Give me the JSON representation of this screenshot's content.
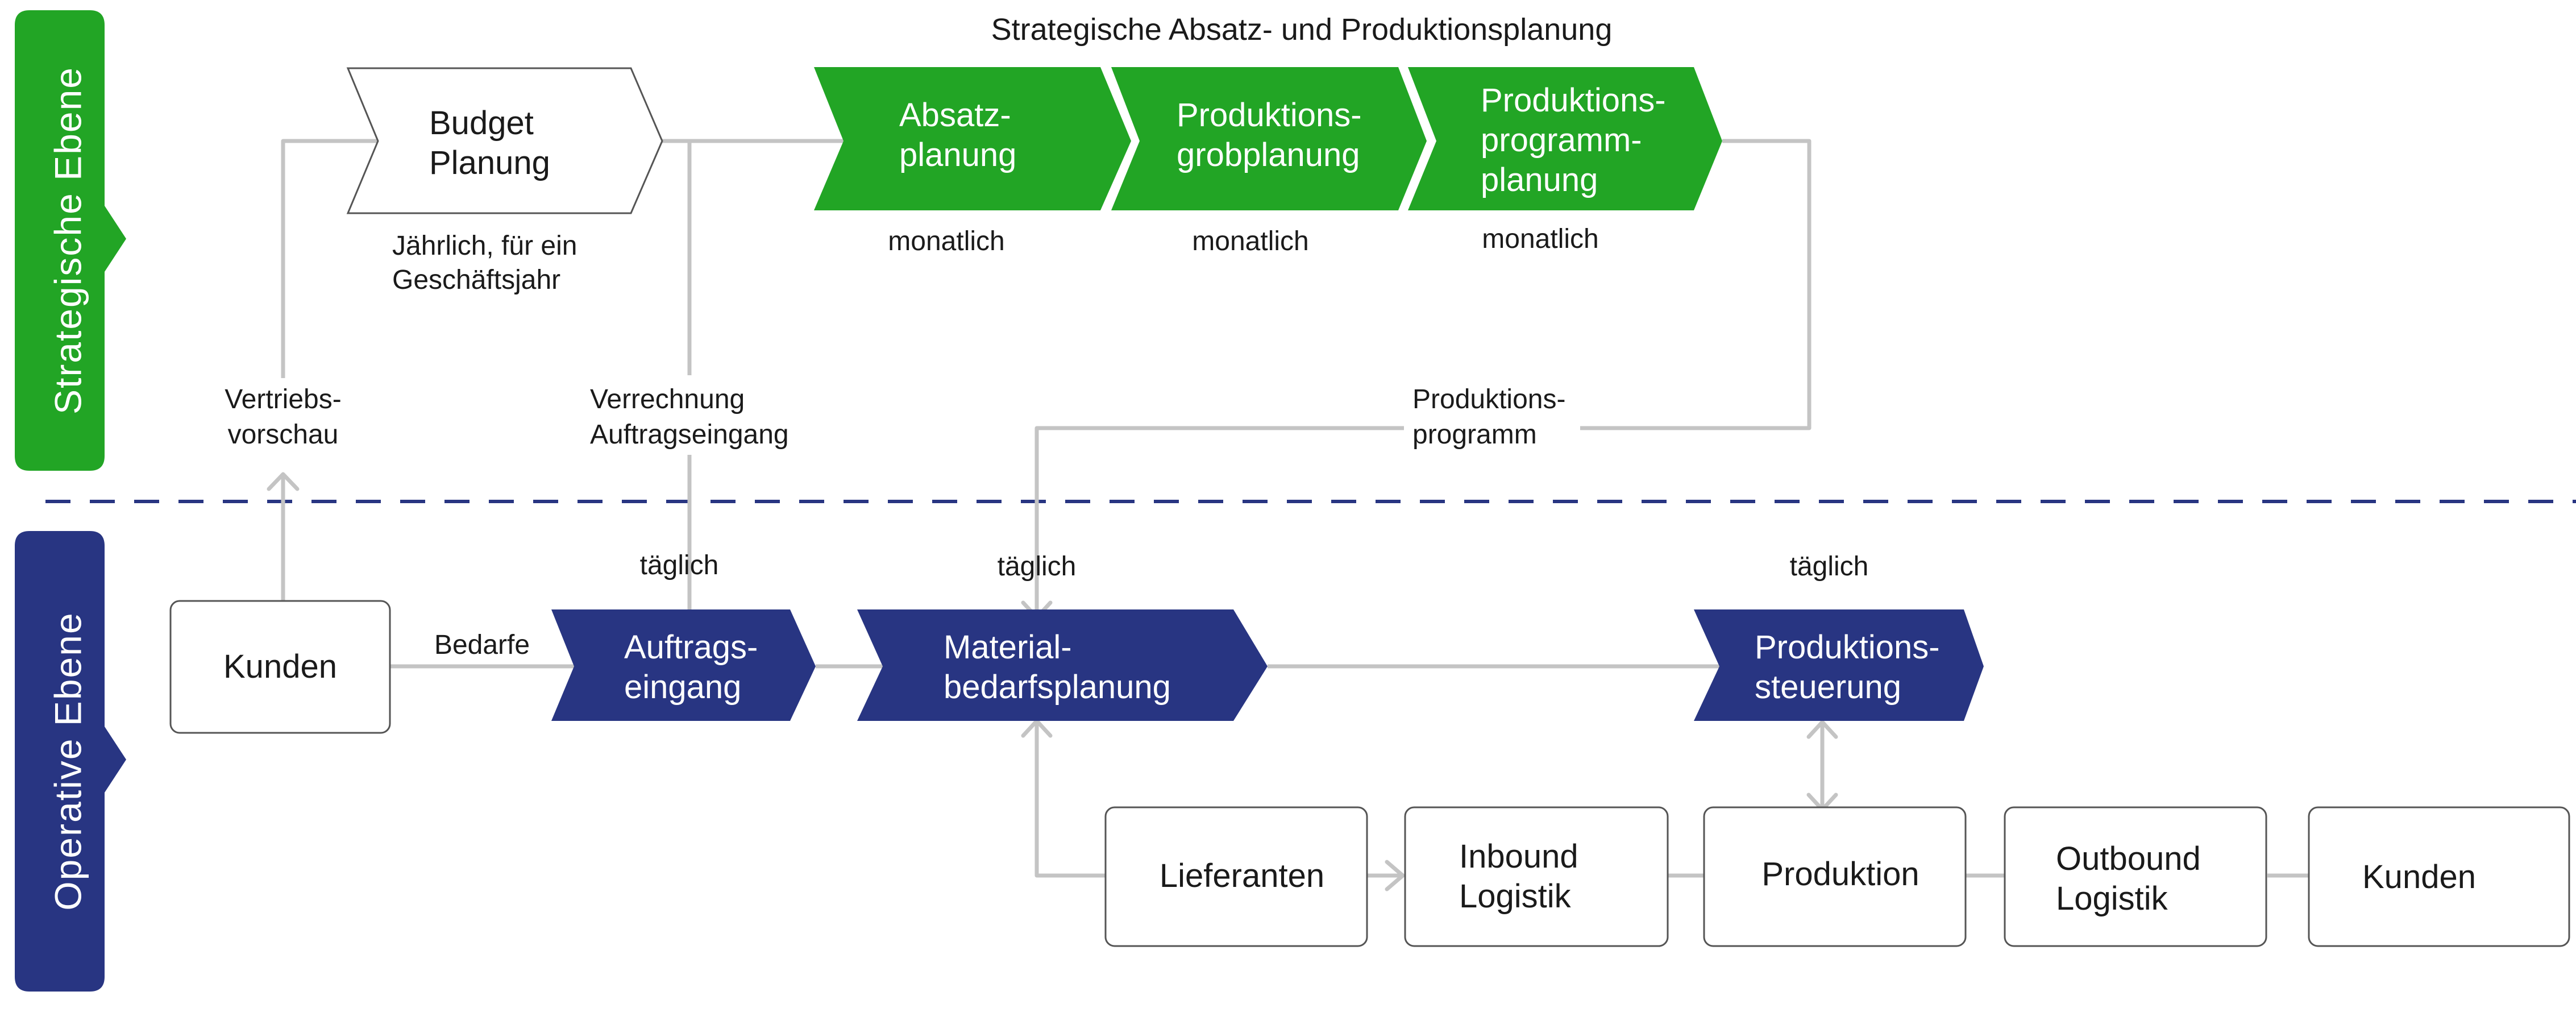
{
  "title": "Strategische Absatz- und Produktionsplanung",
  "colors": {
    "green": "#22a525",
    "navy": "#283582",
    "connector": "#c4c4c4",
    "dash": "#283582"
  },
  "levels": {
    "strategic": "Strategische Ebene",
    "operative": "Operative Ebene"
  },
  "strategic": {
    "budget": {
      "line1": "Budget",
      "line2": "Planung",
      "note1": "Jährlich, für ein",
      "note2": "Geschäftsjahr"
    },
    "absatz": {
      "line1": "Absatz-",
      "line2": "planung",
      "note": "monatlich"
    },
    "grob": {
      "line1": "Produktions-",
      "line2": "grobplanung",
      "note": "monatlich"
    },
    "programm": {
      "line1": "Produktions-",
      "line2": "programm-",
      "line3": "planung",
      "note": "monatlich"
    }
  },
  "connectors": {
    "vertriebs": {
      "line1": "Vertriebs-",
      "line2": "vorschau"
    },
    "verrechnung": {
      "line1": "Verrechnung",
      "line2": "Auftragseingang"
    },
    "produktionsprogramm": {
      "line1": "Produktions-",
      "line2": "programm"
    },
    "bedarfe": "Bedarfe",
    "taeglich_1": "täglich",
    "taeglich_2": "täglich",
    "taeglich_3": "täglich"
  },
  "operative": {
    "kunden_left": "Kunden",
    "auftrag": {
      "line1": "Auftrags-",
      "line2": "eingang"
    },
    "material": {
      "line1": "Material-",
      "line2": "bedarfsplanung"
    },
    "steuerung": {
      "line1": "Produktions-",
      "line2": "steuerung"
    }
  },
  "chain": {
    "lieferanten": "Lieferanten",
    "inbound": {
      "line1": "Inbound",
      "line2": "Logistik"
    },
    "produktion": "Produktion",
    "outbound": {
      "line1": "Outbound",
      "line2": "Logistik"
    },
    "kunden": "Kunden"
  }
}
